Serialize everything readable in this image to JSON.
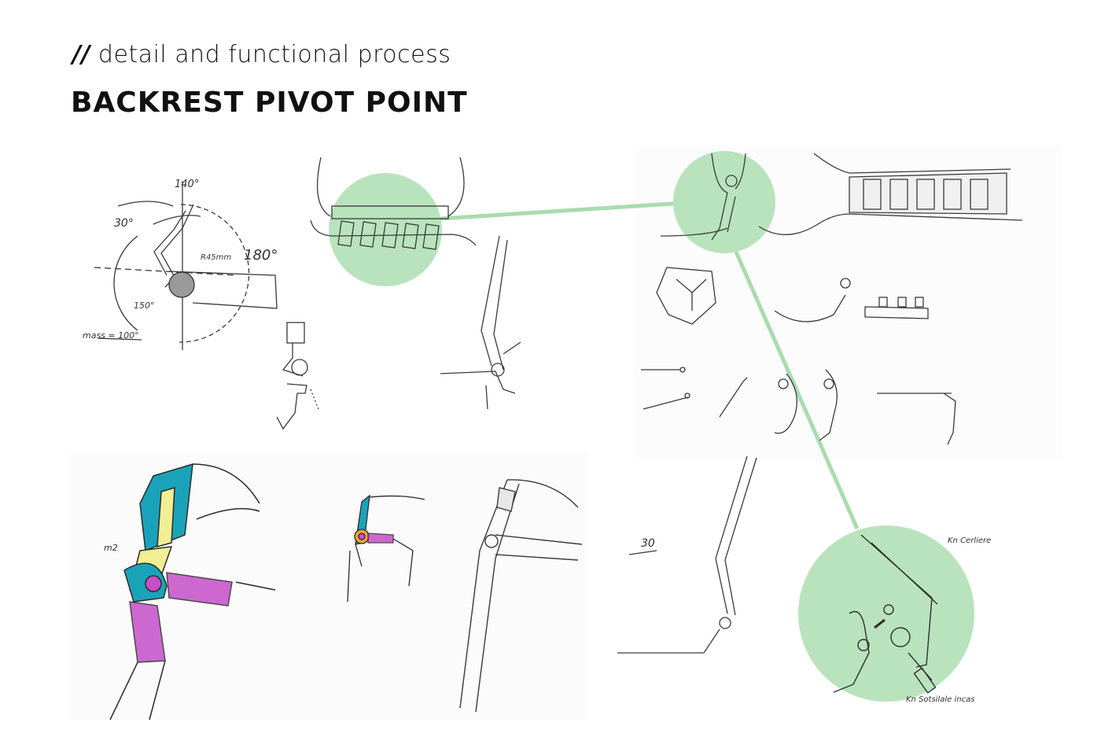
{
  "header": {
    "subtitle_prefix": "//",
    "subtitle": "detail and functional process",
    "title": "BACKREST PIVOT POINT"
  },
  "annotations": {
    "angle_top": "140°",
    "angle_left": "30°",
    "angle_right": "180°",
    "angle_bottom": "150°",
    "radius": "R45mm",
    "mass": "mass = 100°",
    "tilt": "30",
    "lever_arm": "m2",
    "callout_top": "Kn Cerliere",
    "callout_bottom": "Kn Sotsilale incas"
  },
  "colors": {
    "highlight_green": "#b9e3bc",
    "connector_green": "#a9dcae",
    "sketch_line": "#3a3a3a",
    "accent_cyan": "#1aa3b8",
    "accent_magenta": "#c64fc9",
    "accent_yellow": "#f2ee93",
    "accent_orange": "#f0a040"
  }
}
